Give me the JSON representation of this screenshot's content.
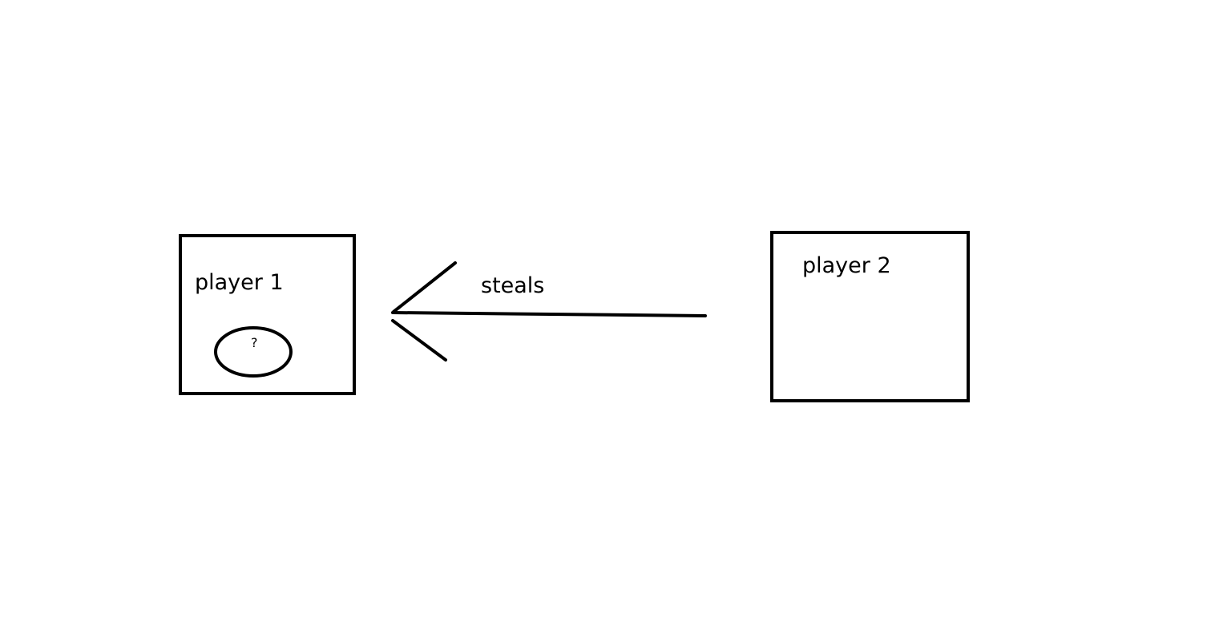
{
  "diagram": {
    "nodes": [
      {
        "id": "player1",
        "label": "player 1"
      },
      {
        "id": "player2",
        "label": "player 2"
      }
    ],
    "item": {
      "label": "?"
    },
    "edge": {
      "from": "player2",
      "to": "player1",
      "label": "steals"
    },
    "colors": {
      "stroke": "#000000",
      "background": "#ffffff"
    }
  }
}
